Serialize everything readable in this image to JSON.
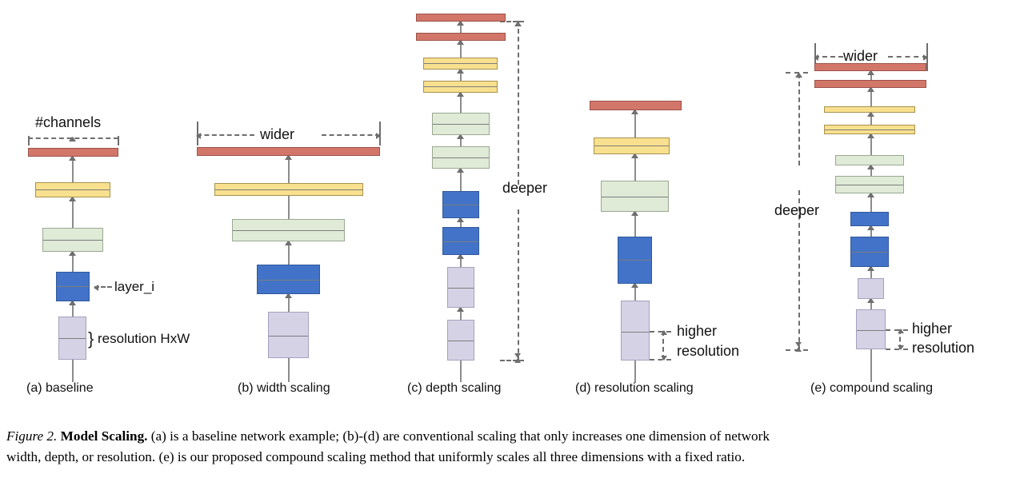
{
  "figure": {
    "number": "Figure 2.",
    "title": "Model Scaling.",
    "caption_line1": "(a) is a baseline network example; (b)-(d) are conventional scaling that only increases one dimension of network",
    "caption_line2": "width, depth, or resolution. (e) is our proposed compound scaling method that uniformly scales all three dimensions with a fixed ratio."
  },
  "colors": {
    "red": "#d3766a",
    "yellow": "#f8e08e",
    "green": "#dfead7",
    "blue": "#4273c8",
    "purple": "#d6d2e6",
    "guide": "#6e6e6e",
    "arrow": "#8c8c8c"
  },
  "annotations": {
    "channels": "#channels",
    "layer_i": "layer_i",
    "resolution_hxw": "resolution HxW",
    "wider": "wider",
    "deeper": "deeper",
    "higher": "higher",
    "resolution": "resolution"
  },
  "panels": [
    {
      "id": "baseline",
      "caption": "(a) baseline",
      "layers": [
        {
          "type": "input",
          "color": "purple",
          "segments": 2
        },
        {
          "type": "layer_i",
          "color": "blue",
          "segments": 2
        },
        {
          "type": "stage",
          "color": "green",
          "segments": 2
        },
        {
          "type": "stage",
          "color": "yellow",
          "segments": 2
        },
        {
          "type": "output",
          "color": "red",
          "segments": 1
        }
      ]
    },
    {
      "id": "width-scaling",
      "caption": "(b) width scaling",
      "layers": [
        {
          "type": "input",
          "color": "purple",
          "segments": 2
        },
        {
          "type": "layer_i",
          "color": "blue",
          "segments": 2
        },
        {
          "type": "stage",
          "color": "green",
          "segments": 2
        },
        {
          "type": "stage",
          "color": "yellow",
          "segments": 2
        },
        {
          "type": "output",
          "color": "red",
          "segments": 1
        }
      ]
    },
    {
      "id": "depth-scaling",
      "caption": "(c) depth scaling",
      "layers": [
        {
          "type": "input",
          "color": "purple",
          "segments": 2
        },
        {
          "type": "input",
          "color": "purple",
          "segments": 2
        },
        {
          "type": "layer_i",
          "color": "blue",
          "segments": 2
        },
        {
          "type": "layer_i",
          "color": "blue",
          "segments": 2
        },
        {
          "type": "stage",
          "color": "green",
          "segments": 2
        },
        {
          "type": "stage",
          "color": "green",
          "segments": 2
        },
        {
          "type": "stage",
          "color": "yellow",
          "segments": 2
        },
        {
          "type": "stage",
          "color": "yellow",
          "segments": 2
        },
        {
          "type": "output",
          "color": "red",
          "segments": 1
        },
        {
          "type": "output",
          "color": "red",
          "segments": 1
        }
      ]
    },
    {
      "id": "resolution-scaling",
      "caption": "(d) resolution scaling",
      "layers": [
        {
          "type": "input",
          "color": "purple",
          "segments": 2
        },
        {
          "type": "layer_i",
          "color": "blue",
          "segments": 2
        },
        {
          "type": "stage",
          "color": "green",
          "segments": 2
        },
        {
          "type": "stage",
          "color": "yellow",
          "segments": 2
        },
        {
          "type": "output",
          "color": "red",
          "segments": 1
        }
      ]
    },
    {
      "id": "compound-scaling",
      "caption": "(e) compound scaling",
      "layers": [
        {
          "type": "input",
          "color": "purple",
          "segments": 2
        },
        {
          "type": "input",
          "color": "purple",
          "segments": 1
        },
        {
          "type": "layer_i",
          "color": "blue",
          "segments": 2
        },
        {
          "type": "layer_i",
          "color": "blue",
          "segments": 1
        },
        {
          "type": "stage",
          "color": "green",
          "segments": 2
        },
        {
          "type": "stage",
          "color": "green",
          "segments": 1
        },
        {
          "type": "stage",
          "color": "yellow",
          "segments": 2
        },
        {
          "type": "stage",
          "color": "yellow",
          "segments": 1
        },
        {
          "type": "output",
          "color": "red",
          "segments": 1
        },
        {
          "type": "output",
          "color": "red",
          "segments": 1
        }
      ]
    }
  ]
}
